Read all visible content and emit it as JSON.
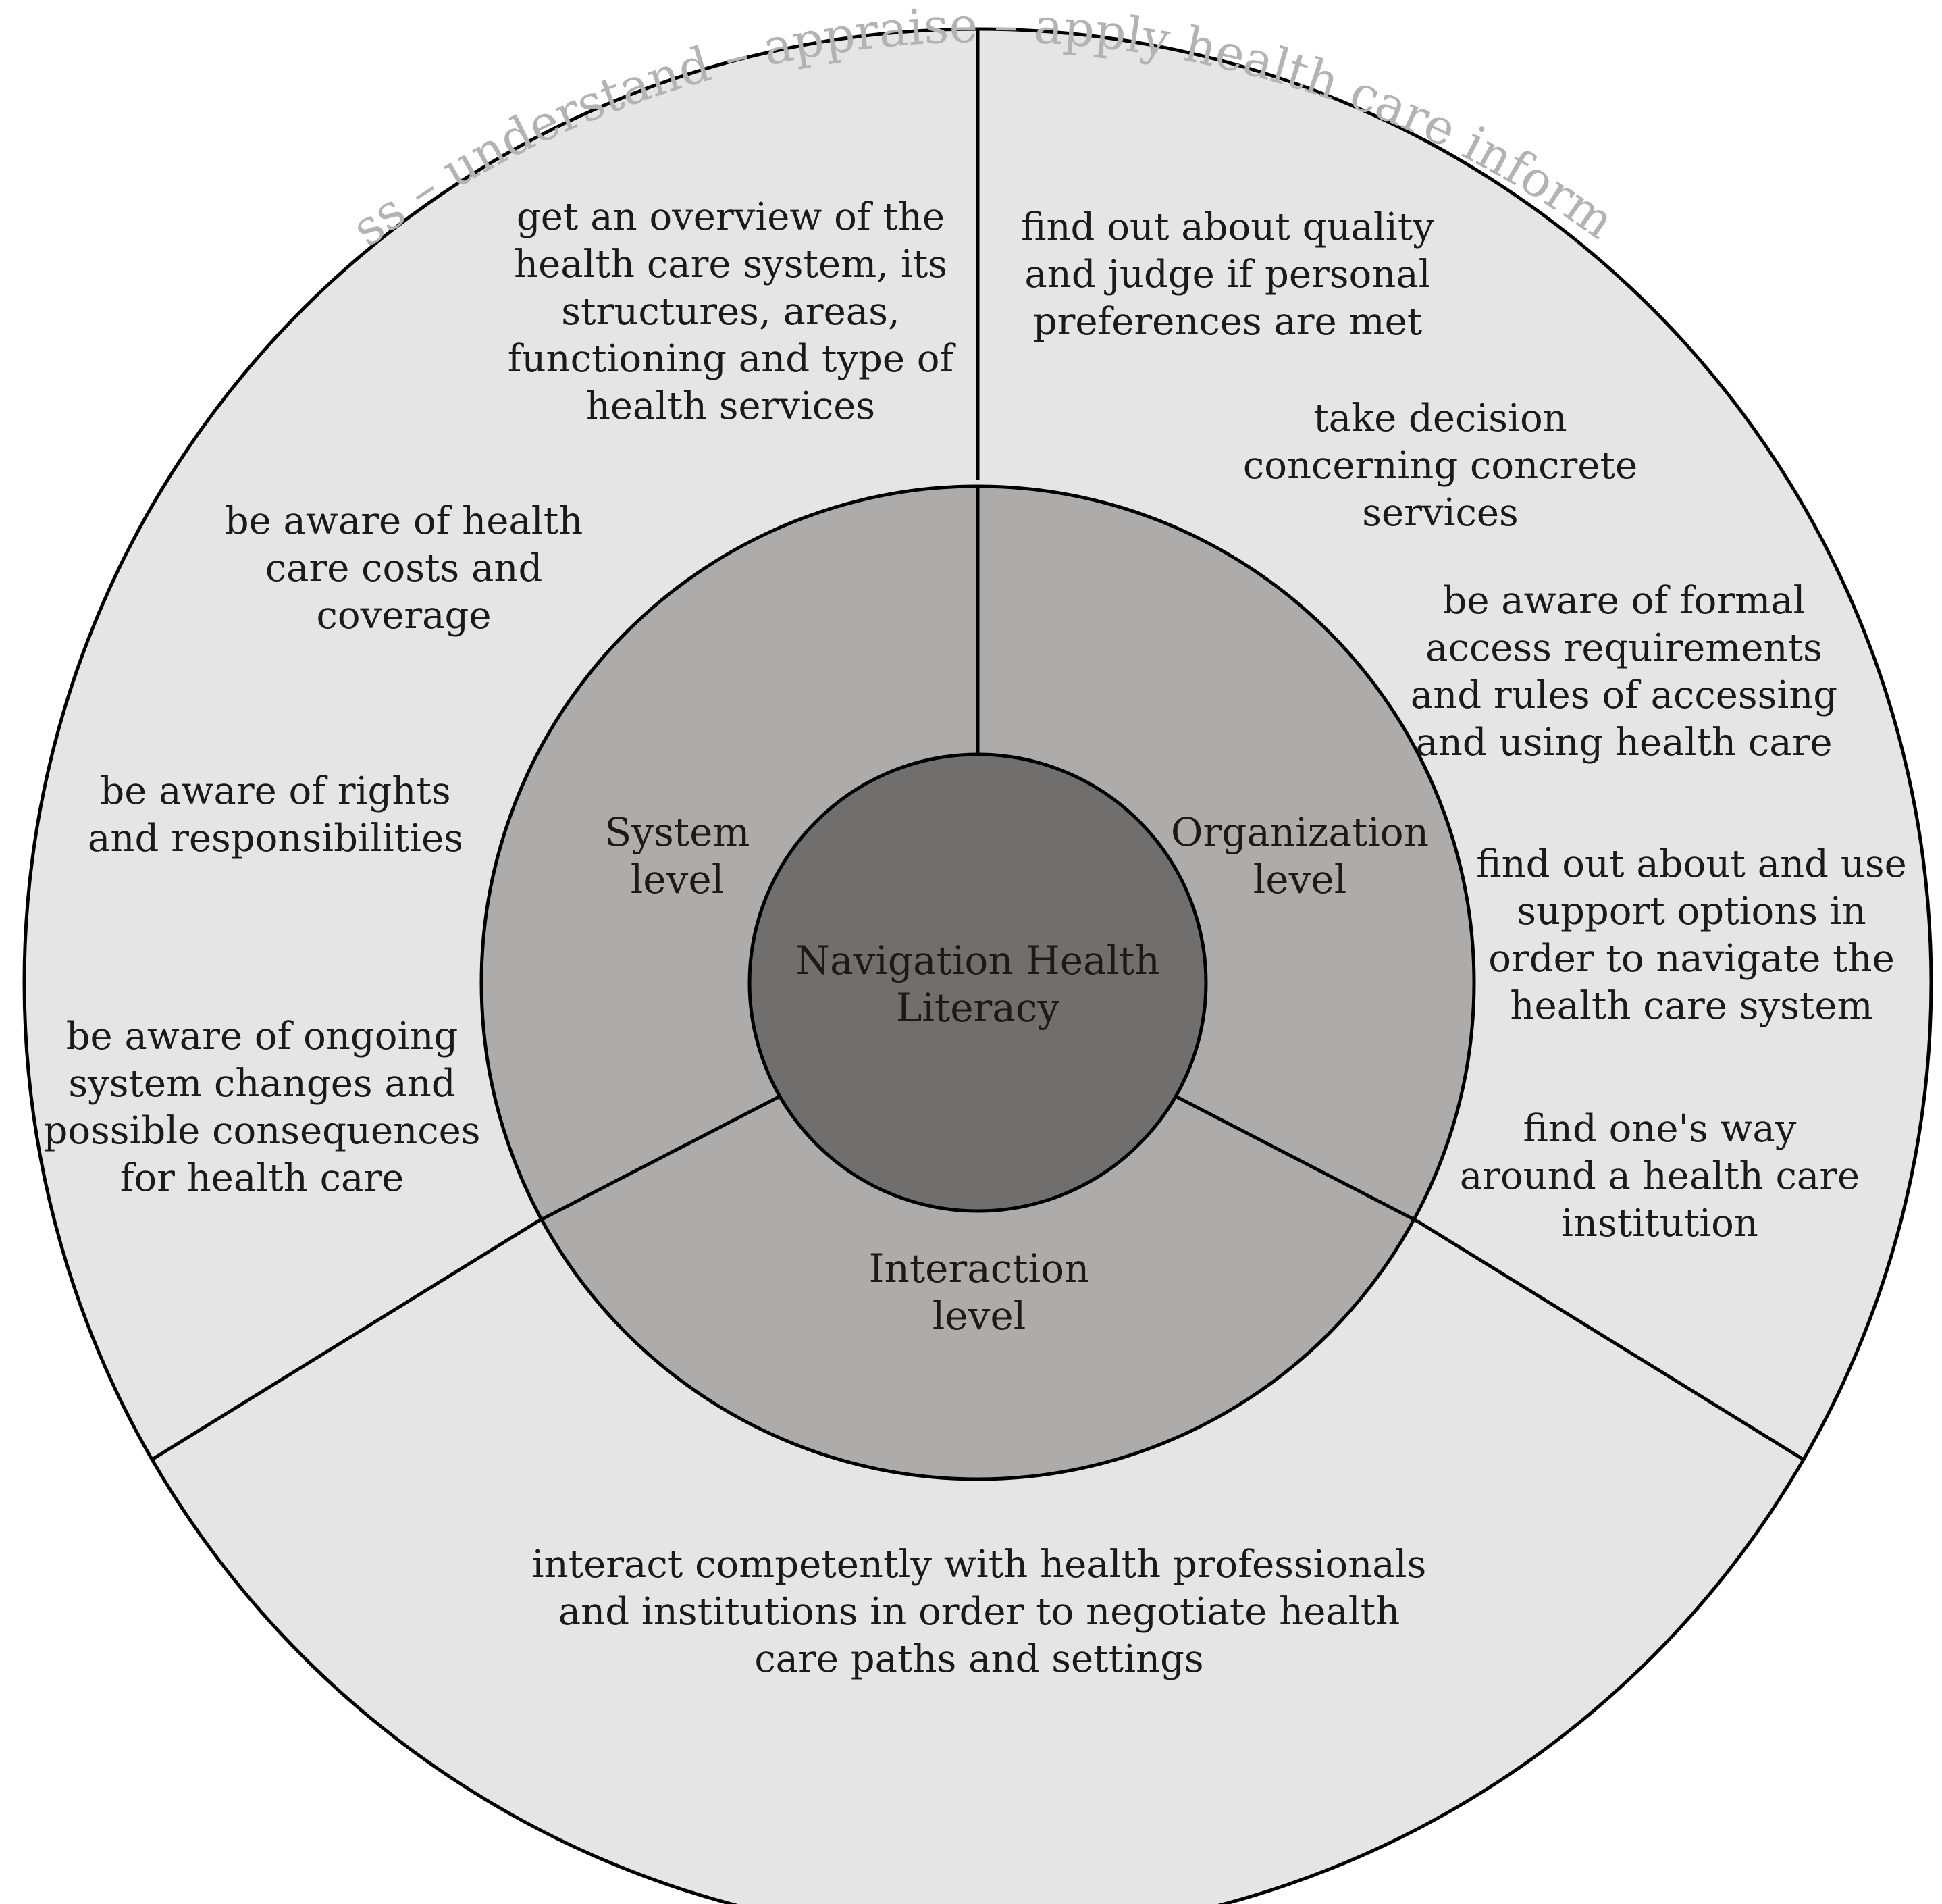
{
  "colors": {
    "outer_ring": "#e6e5e5",
    "middle_ring": "#aeabab",
    "core": "#716e6e",
    "arc_text": "#b3b3b3",
    "lines": "#000000"
  },
  "arc_title": "access – understand  – appraise – apply health care information",
  "center": {
    "line1": "Navigation Health",
    "line2": "Literacy"
  },
  "levels": {
    "system": {
      "line1": "System",
      "line2": "level"
    },
    "organization": {
      "line1": "Organization",
      "line2": "level"
    },
    "interaction": {
      "line1": "Interaction",
      "line2": "level"
    }
  },
  "system_items": [
    {
      "lines": [
        "get an overview of the",
        "health care system, its",
        "structures, areas,",
        "functioning and type of",
        "health services"
      ]
    },
    {
      "lines": [
        "be aware of health",
        "care costs and",
        "coverage"
      ]
    },
    {
      "lines": [
        "be aware of rights",
        "and responsibilities"
      ]
    },
    {
      "lines": [
        "be aware of ongoing",
        "system changes and",
        "possible consequences",
        "for health care"
      ]
    }
  ],
  "organization_items": [
    {
      "lines": [
        "find out about quality",
        "and judge if personal",
        "preferences are met"
      ]
    },
    {
      "lines": [
        "take decision",
        "concerning concrete",
        "services"
      ]
    },
    {
      "lines": [
        "be aware of formal",
        "access requirements",
        "and rules of accessing",
        "and using health care"
      ]
    },
    {
      "lines": [
        "find out about and use",
        "support options in",
        "order to navigate the",
        "health care system"
      ]
    },
    {
      "lines": [
        "find one's way",
        "around a health care",
        "institution"
      ]
    }
  ],
  "interaction_items": [
    {
      "lines": [
        "interact competently with health professionals",
        "and institutions in order to negotiate health",
        "care paths and settings"
      ]
    }
  ]
}
